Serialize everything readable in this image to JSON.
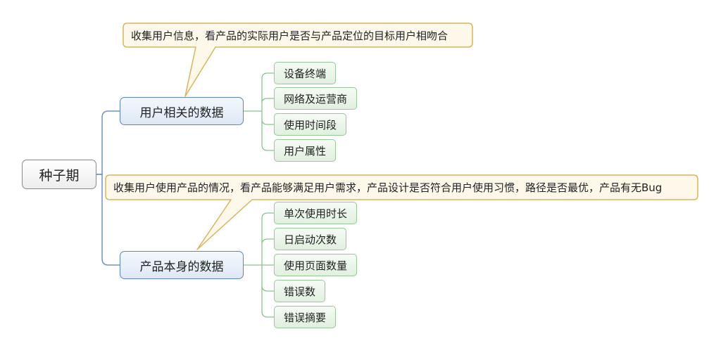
{
  "root": {
    "label": "种子期"
  },
  "branches": [
    {
      "label": "用户相关的数据",
      "note": "收集用户信息，看产品的实际用户是否与产品定位的目标用户相吻合",
      "children": [
        "设备终端",
        "网络及运营商",
        "使用时间段",
        "用户属性"
      ]
    },
    {
      "label": "产品本身的数据",
      "note": "收集用户使用产品的情况，看产品能够满足用户需求，产品设计是否符合用户使用习惯，路径是否最优，产品有无Bug",
      "children": [
        "单次使用时长",
        "日启动次数",
        "使用页面数量",
        "错误数",
        "错误摘要"
      ]
    }
  ],
  "colors": {
    "connector": "#6f93c2",
    "leaf_connector": "#8cc28e",
    "callout_border": "#d8b45e",
    "callout_fill": "#fdf8ea"
  }
}
